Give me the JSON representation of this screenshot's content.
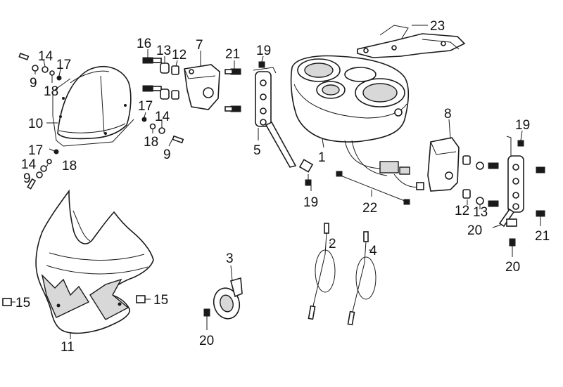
{
  "callouts": [
    {
      "id": "c1",
      "text": "1"
    },
    {
      "id": "c2",
      "text": "2"
    },
    {
      "id": "c3",
      "text": "3"
    },
    {
      "id": "c4",
      "text": "4"
    },
    {
      "id": "c5",
      "text": "5"
    },
    {
      "id": "c7",
      "text": "7"
    },
    {
      "id": "c8",
      "text": "8"
    },
    {
      "id": "c9a",
      "text": "9"
    },
    {
      "id": "c9b",
      "text": "9"
    },
    {
      "id": "c9c",
      "text": "9"
    },
    {
      "id": "c10",
      "text": "10"
    },
    {
      "id": "c11",
      "text": "11"
    },
    {
      "id": "c12a",
      "text": "12"
    },
    {
      "id": "c12b",
      "text": "12"
    },
    {
      "id": "c13a",
      "text": "13"
    },
    {
      "id": "c13b",
      "text": "13"
    },
    {
      "id": "c14a",
      "text": "14"
    },
    {
      "id": "c14b",
      "text": "14"
    },
    {
      "id": "c14c",
      "text": "14"
    },
    {
      "id": "c15a",
      "text": "15"
    },
    {
      "id": "c15b",
      "text": "15"
    },
    {
      "id": "c16",
      "text": "16"
    },
    {
      "id": "c17a",
      "text": "17"
    },
    {
      "id": "c17b",
      "text": "17"
    },
    {
      "id": "c17c",
      "text": "17"
    },
    {
      "id": "c18a",
      "text": "18"
    },
    {
      "id": "c18b",
      "text": "18"
    },
    {
      "id": "c18c",
      "text": "18"
    },
    {
      "id": "c19a",
      "text": "19"
    },
    {
      "id": "c19b",
      "text": "19"
    },
    {
      "id": "c19c",
      "text": "19"
    },
    {
      "id": "c20a",
      "text": "20"
    },
    {
      "id": "c20b",
      "text": "20"
    },
    {
      "id": "c20c",
      "text": "20"
    },
    {
      "id": "c21a",
      "text": "21"
    },
    {
      "id": "c21b",
      "text": "21"
    },
    {
      "id": "c22",
      "text": "22"
    },
    {
      "id": "c23",
      "text": "23"
    }
  ]
}
